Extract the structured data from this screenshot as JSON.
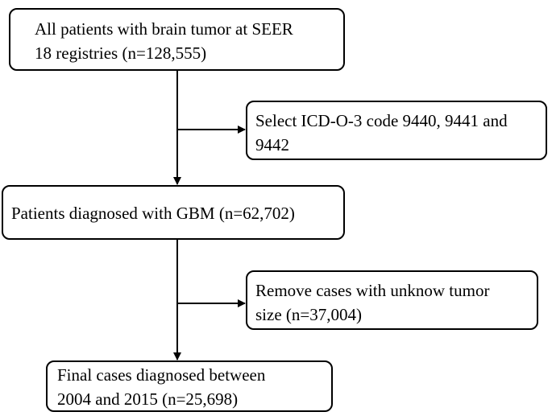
{
  "flowchart": {
    "steps": [
      {
        "lines": [
          "All patients with brain tumor at SEER",
          "18 registries (n=128,555)"
        ]
      },
      {
        "lines": [
          "Patients diagnosed with GBM (n=62,702)"
        ]
      },
      {
        "lines": [
          "Final cases diagnosed between",
          "2004 and 2015 (n=25,698)"
        ]
      }
    ],
    "exclusions": [
      {
        "lines": [
          "Select ICD-O-3 code 9440, 9441 and",
          "9442"
        ]
      },
      {
        "lines": [
          "Remove cases with unknow tumor",
          "size (n=37,004)"
        ]
      }
    ]
  },
  "colors": {
    "stroke": "#000000",
    "background": "#ffffff"
  }
}
